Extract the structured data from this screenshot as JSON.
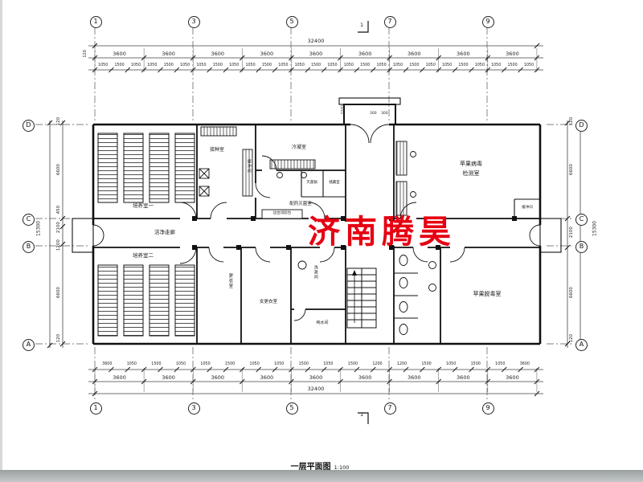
{
  "watermark": {
    "text": "济南腾昊",
    "color": "#e60012"
  },
  "title": {
    "text": "一层平面图",
    "scale": "1:100"
  },
  "axes": {
    "top": [
      "1",
      "3",
      "5",
      "7",
      "9"
    ],
    "bottom": [
      "1",
      "3",
      "5",
      "7",
      "9"
    ],
    "left": [
      "D",
      "C",
      "B",
      "A"
    ],
    "right": [
      "D",
      "C",
      "B",
      "A"
    ],
    "section": "1"
  },
  "dims": {
    "top_overall": "32400",
    "top_edge": "120",
    "top_bays": [
      "3600",
      "3600",
      "3600",
      "3600",
      "3600",
      "3600",
      "3600",
      "3600",
      "3600"
    ],
    "top_sub": [
      "1050",
      "1500",
      "1050",
      "1050",
      "1500",
      "1050",
      "1050",
      "1500",
      "1050",
      "1050",
      "1500",
      "1050",
      "1050",
      "1500",
      "1050",
      "1050",
      "1500",
      "1050",
      "1050",
      "1500",
      "1050",
      "1050",
      "1500",
      "1050",
      "1050",
      "1500",
      "1050"
    ],
    "entrance": {
      "depth": "1200",
      "steps": [
        "300",
        "300"
      ]
    },
    "bottom_overall": "32400",
    "bottom_bays": [
      "3600",
      "3600",
      "3600",
      "3600",
      "3600",
      "3600",
      "3600",
      "3600",
      "3600"
    ],
    "bottom_sub": [
      "3600",
      "1050",
      "1500",
      "1050",
      "1050",
      "1500",
      "1050",
      "1050",
      "1500",
      "1050",
      "1500",
      "1200",
      "1200",
      "1500",
      "1050",
      "1500",
      "1050",
      "3600"
    ],
    "left_overall": "15300",
    "left_segments": [
      "120",
      "6600",
      "450",
      "2100",
      "1200",
      "6600",
      "120"
    ],
    "right_overall": "15300",
    "right_segments": [
      "120",
      "6600",
      "2100",
      "6600",
      "120"
    ]
  },
  "rooms": {
    "culture1": "培养室一",
    "culture2": "培养室二",
    "corridor": "洁净走廊",
    "inoculation": "接种室",
    "condensation": "冷凝室",
    "pharmacy": "配药灭菌室",
    "sterilizer": "灭菌锅",
    "storage": "储藏室",
    "buffer_left": "缓冲间",
    "buffer_right": "缓冲间",
    "bench": "边台试验台",
    "virus_line1": "苹果病毒",
    "virus_line2": "检测室",
    "detox": "苹果脱毒室",
    "changing": "更衣室",
    "women_changing": "女更衣室",
    "washing": "洗漱间",
    "pure_water": "纯水间"
  }
}
